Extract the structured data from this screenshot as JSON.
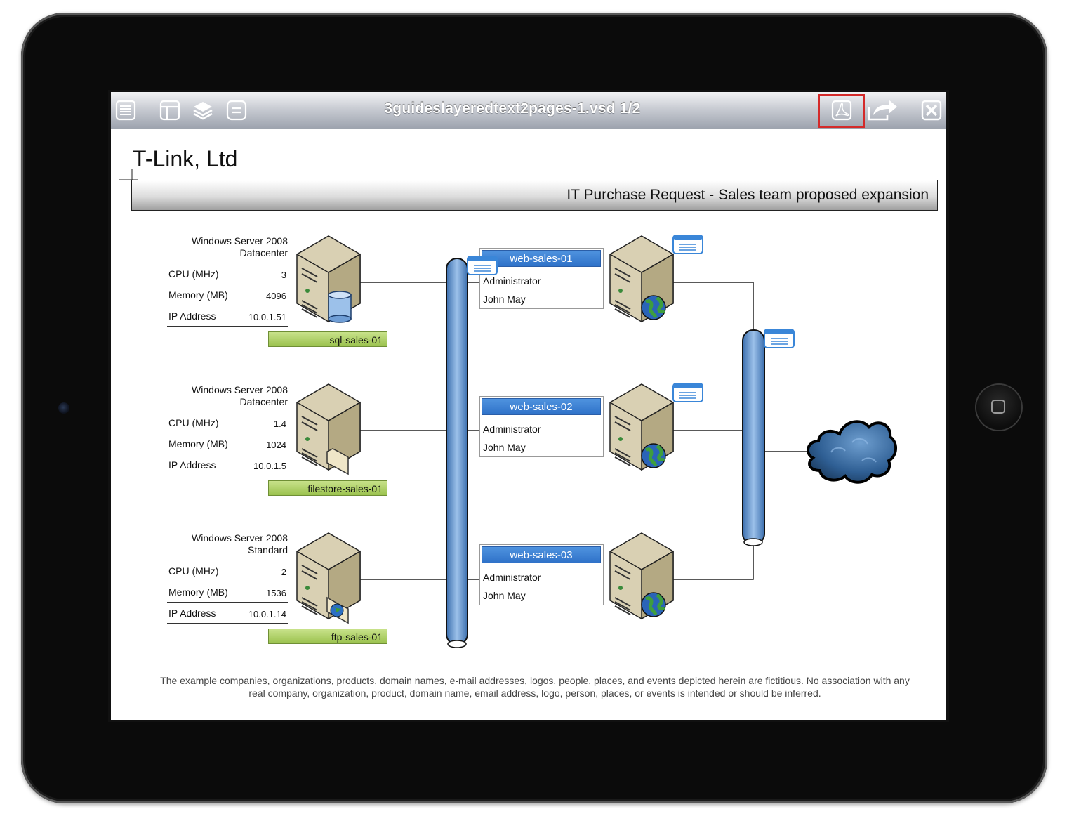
{
  "toolbar": {
    "title": "3guideslayeredtext2pages-1.vsd 1/2",
    "buttons": [
      "list-icon",
      "page-layout-icon",
      "layers-icon",
      "menu-icon",
      "pdf-icon",
      "share-icon",
      "close-icon"
    ]
  },
  "document": {
    "company": "T-Link, Ltd",
    "banner": "IT Purchase Request - Sales team proposed expansion",
    "servers": [
      {
        "os_line1": "Windows Server 2008",
        "os_line2": "Datacenter",
        "rows": [
          {
            "key": "CPU (MHz)",
            "value": "3"
          },
          {
            "key": "Memory (MB)",
            "value": "4096"
          },
          {
            "key": "IP Address",
            "value": "10.0.1.51"
          }
        ],
        "name": "sql-sales-01",
        "badge": "database-icon"
      },
      {
        "os_line1": "Windows Server 2008",
        "os_line2": "Datacenter",
        "rows": [
          {
            "key": "CPU (MHz)",
            "value": "1.4"
          },
          {
            "key": "Memory (MB)",
            "value": "1024"
          },
          {
            "key": "IP Address",
            "value": "10.0.1.5"
          }
        ],
        "name": "filestore-sales-01",
        "badge": "folder-icon"
      },
      {
        "os_line1": "Windows Server 2008",
        "os_line2": "Standard",
        "rows": [
          {
            "key": "CPU (MHz)",
            "value": "2"
          },
          {
            "key": "Memory (MB)",
            "value": "1536"
          },
          {
            "key": "IP Address",
            "value": "10.0.1.14"
          }
        ],
        "name": "ftp-sales-01",
        "badge": "ftp-globe-icon"
      }
    ],
    "web_servers": [
      {
        "name": "web-sales-01",
        "role": "Administrator",
        "user": "John May"
      },
      {
        "name": "web-sales-02",
        "role": "Administrator",
        "user": "John May"
      },
      {
        "name": "web-sales-03",
        "role": "Administrator",
        "user": "John May"
      }
    ],
    "disclaimer_line1": "The example companies, organizations, products, domain names, e-mail addresses, logos, people, places, and events depicted herein are fictitious. No association with any",
    "disclaimer_line2": "real company, organization, product, domain name, email address, logo, person, places, or events is intended or should be inferred."
  },
  "colors": {
    "toolbar_top": "#f3f4f6",
    "toolbar_bottom": "#9da3ae",
    "web_header": "#3a80d6",
    "name_tag": "#b5d46f",
    "bus": "#5b8fc9",
    "highlight": "#d42a2a"
  }
}
